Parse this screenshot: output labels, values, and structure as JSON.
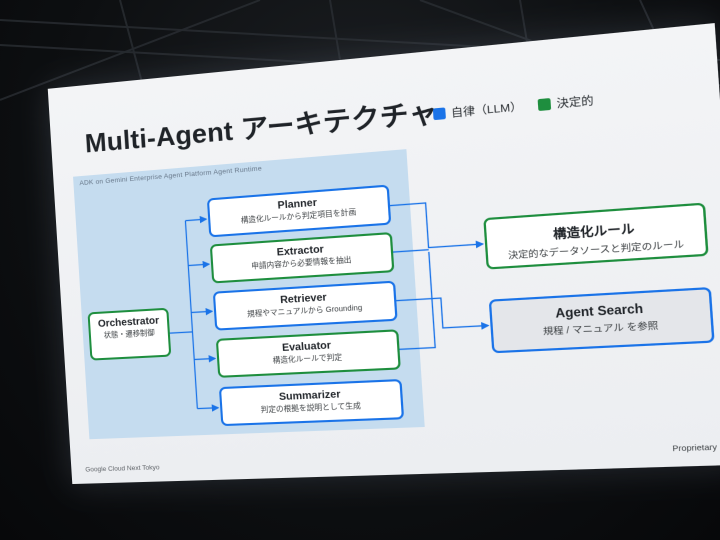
{
  "slide": {
    "title": "Multi-Agent アーキテクチャ",
    "legend": [
      {
        "label": "自律（LLM）",
        "color": "#1a73e8"
      },
      {
        "label": "決定的",
        "color": "#1e8e3e"
      }
    ],
    "runtime_label": "ADK on Gemini Enterprise Agent Platform Agent Runtime",
    "orchestrator": {
      "name": "Orchestrator",
      "desc": "状態・遷移制御",
      "kind": "green"
    },
    "agents": [
      {
        "name": "Planner",
        "desc": "構造化ルールから判定項目を計画",
        "kind": "blue"
      },
      {
        "name": "Extractor",
        "desc": "申請内容から必要情報を抽出",
        "kind": "green"
      },
      {
        "name": "Retriever",
        "desc": "規程やマニュアルから Grounding",
        "kind": "blue"
      },
      {
        "name": "Evaluator",
        "desc": "構造化ルールで判定",
        "kind": "green"
      },
      {
        "name": "Summarizer",
        "desc": "判定の根拠を説明として生成",
        "kind": "blue"
      }
    ],
    "rules_box": {
      "name": "構造化ルール",
      "desc": "決定的なデータソースと判定のルール",
      "kind": "green"
    },
    "search_box": {
      "name": "Agent Search",
      "desc": "規程 / マニュアル を参照",
      "kind": "blue"
    },
    "footer_left": "Google Cloud Next Tokyo",
    "footer_right": "Proprietary"
  }
}
